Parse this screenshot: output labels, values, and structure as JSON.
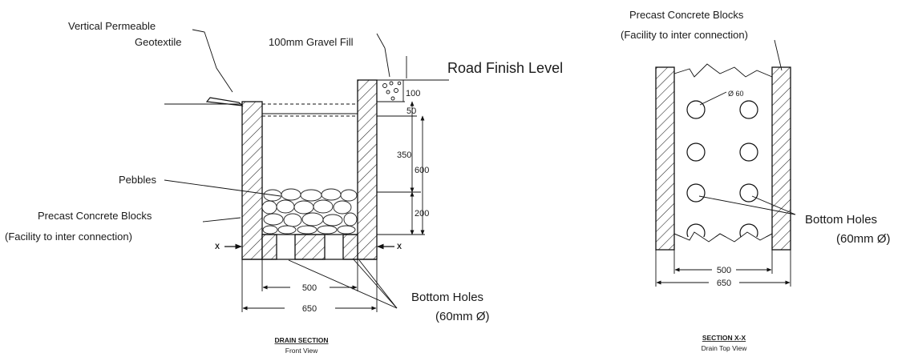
{
  "front_view": {
    "labels": {
      "geotextile_line1": "Vertical Permeable",
      "geotextile_line2": "Geotextile",
      "gravel": "100mm Gravel Fill",
      "road_level": "Road Finish Level",
      "pebbles": "Pebbles",
      "blocks_line1": "Precast Concrete Blocks",
      "blocks_line2": "(Facility to inter connection)",
      "holes_line1": "Bottom Holes",
      "holes_line2": "(60mm Ø)",
      "section_mark_left": "X",
      "section_mark_right": "X"
    },
    "dimensions": {
      "d100": "100",
      "d50": "50",
      "d350": "350",
      "d600": "600",
      "d200": "200",
      "w500": "500",
      "w650": "650"
    },
    "caption": "DRAIN SECTION",
    "subcaption": "Front View"
  },
  "top_view": {
    "labels": {
      "blocks_line1": "Precast Concrete Blocks",
      "blocks_line2": "(Facility to inter connection)",
      "hole_dia": "Ø 60",
      "holes_line1": "Bottom Holes",
      "holes_line2": "(60mm Ø)"
    },
    "dimensions": {
      "w500": "500",
      "w650": "650"
    },
    "caption": "SECTION X-X",
    "subcaption": "Drain Top View"
  }
}
